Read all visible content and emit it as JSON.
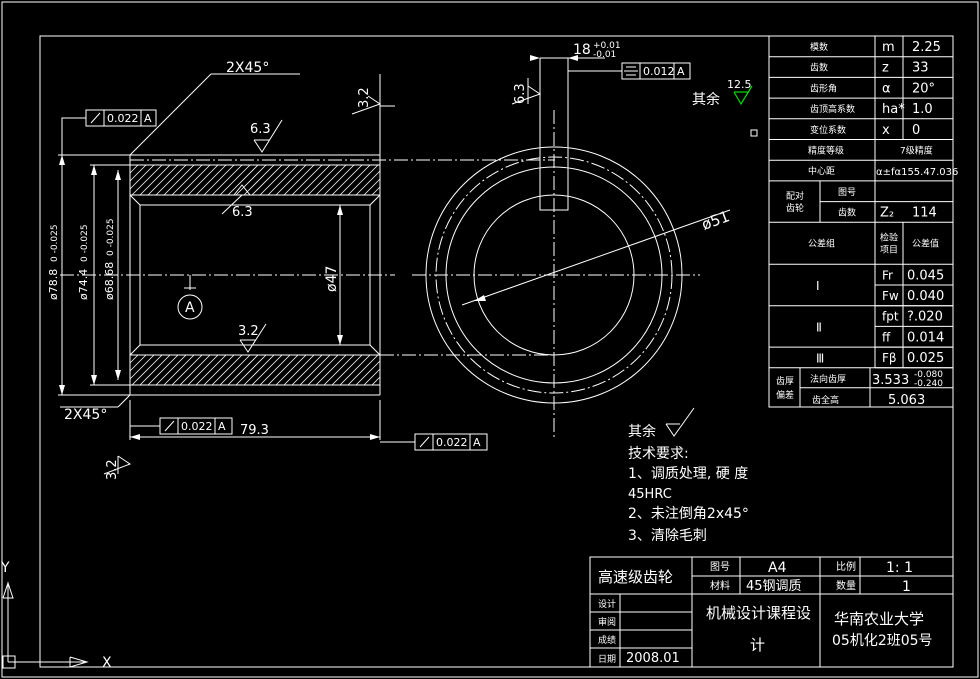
{
  "drawing": {
    "chamfer_top": "2X45°",
    "chamfer_bottom": "2X45°",
    "runout_left": "0.022",
    "runout_bottom": "0.022",
    "runout_right": "0.022",
    "datum_label": "A",
    "rough_top_outer": "6.3",
    "rough_top_inner": "6.3",
    "rough_bottom_inner": "3.2",
    "rough_right_face": "3.2",
    "rough_left_face": "3.2",
    "rough_keyway": "6.3",
    "dia_outer": "ø78.8",
    "dia_outer_tol": "0 -0.025",
    "dia_mid": "ø74.4",
    "dia_mid_tol": "0 -0.025",
    "dia_root": "ø68.68",
    "dia_root_tol": "0 -0.025",
    "dia_bore": "ø47",
    "length": "79.3",
    "keyway_width": "18",
    "keyway_tol_up": "+0.01",
    "keyway_tol_dn": "-0.01",
    "sym_tol": "0.012",
    "circle_dia": "ø51",
    "rest_label": "其余",
    "rest_value": "12.5"
  },
  "notes": {
    "rest": "其余",
    "title": "技术要求:",
    "line1": "1、调质处理, 硬  度",
    "line2": "45HRC",
    "line3": "2、未注倒角2x45°",
    "line4": "3、清除毛刺"
  },
  "params": {
    "rows": [
      {
        "label": "模数",
        "sym": "m",
        "val": "2.25"
      },
      {
        "label": "齿数",
        "sym": "z",
        "val": "33"
      },
      {
        "label": "齿形角",
        "sym": "α",
        "val": "20°"
      },
      {
        "label": "齿顶高系数",
        "sym": "ha*",
        "val": "1.0"
      },
      {
        "label": "变位系数",
        "sym": "x",
        "val": "0"
      }
    ],
    "precision_label": "精度等级",
    "precision_val": "7级精度",
    "center_label": "中心距",
    "center_val": "α±fα155.47.036",
    "pair_label": "配对齿轮",
    "pair_sub1": "图号",
    "pair_sub2": "齿数",
    "pair_sym": "Z₂",
    "pair_val": "114",
    "group_label": "公差组",
    "check_label": "检验项目",
    "tol_label": "公差值",
    "groups": [
      {
        "name": "Ⅰ",
        "items": [
          {
            "sym": "Fr",
            "val": "0.045"
          },
          {
            "sym": "Fw",
            "val": "0.040"
          }
        ]
      },
      {
        "name": "Ⅱ",
        "items": [
          {
            "sym": "fpt",
            "val": "?.020"
          },
          {
            "sym": "ff",
            "val": "0.014"
          }
        ]
      },
      {
        "name": "Ⅲ",
        "items": [
          {
            "sym": "Fβ",
            "val": "0.025"
          }
        ]
      }
    ],
    "thick_label": "齿厚偏差",
    "span_label": "法向齿厚",
    "span_val": "3.533",
    "span_tol_up": "-0.080",
    "span_tol_dn": "-0.240",
    "chord_label": "齿全高",
    "chord_val": "5.063"
  },
  "title_block": {
    "part_name": "高速级齿轮",
    "drawing_no_label": "图号",
    "drawing_no": "A4",
    "scale_label": "比例",
    "scale": "1: 1",
    "material_label": "材料",
    "material": "45钢调质",
    "qty_label": "数量",
    "qty": "1",
    "design_label": "设计",
    "review_label": "审阅",
    "grade_label": "成绩",
    "date_label": "日期",
    "date": "2008.01",
    "course": "机械设计课程设",
    "course_2": "计",
    "school": "华南农业大学",
    "class": "05机化2班05号"
  },
  "ucs": {
    "x": "X",
    "y": "Y"
  }
}
